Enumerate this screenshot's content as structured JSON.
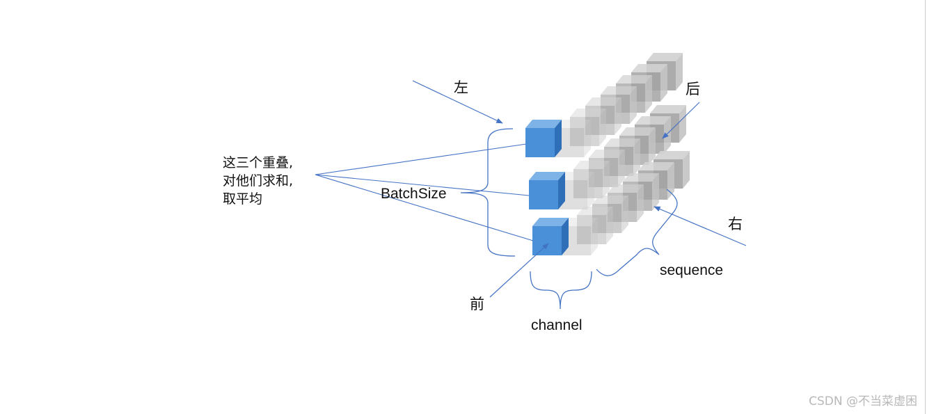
{
  "labels": {
    "left": "左",
    "back": "后",
    "right": "右",
    "front": "前",
    "batch": "BatchSize",
    "sequence": "sequence",
    "channel": "channel"
  },
  "note": {
    "line1": "这三个重叠,",
    "line2": "对他们求和,",
    "line3": "取平均"
  },
  "watermark": "CSDN @不当菜虚困",
  "colors": {
    "arrow": "#4472c4",
    "front_cube": "#4a90d9",
    "grey_cube": "#bdbdbd"
  }
}
